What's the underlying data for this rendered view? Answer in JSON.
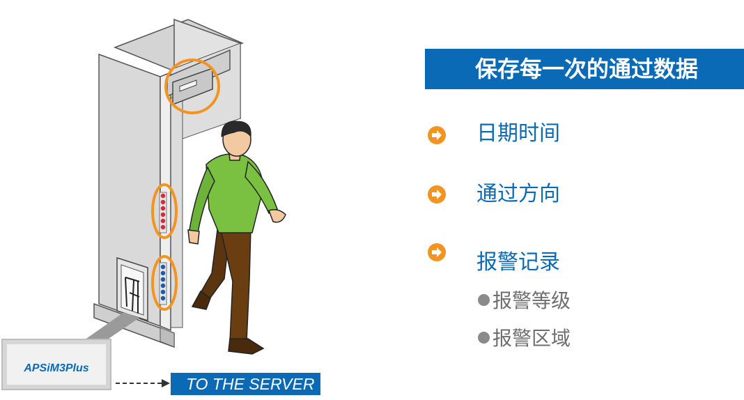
{
  "title": "保存每一次的通过数据",
  "items": [
    {
      "label": "日期时间",
      "icon": "arrow-right-circle-icon"
    },
    {
      "label": "通过方向",
      "icon": "arrow-right-circle-icon"
    },
    {
      "label": "报警记录",
      "icon": "arrow-right-circle-icon"
    }
  ],
  "sub_items": [
    {
      "label": "报警等级"
    },
    {
      "label": "报警区域"
    }
  ],
  "device": {
    "label": "APSiM3Plus"
  },
  "server": {
    "label": "TO THE SERVER"
  },
  "colors": {
    "accent_blue": "#0a6ab6",
    "highlight_orange": "#f39320",
    "shirt_green": "#7ac142",
    "pants_brown": "#6b3e12",
    "sub_text_gray": "#6e6e6e"
  }
}
